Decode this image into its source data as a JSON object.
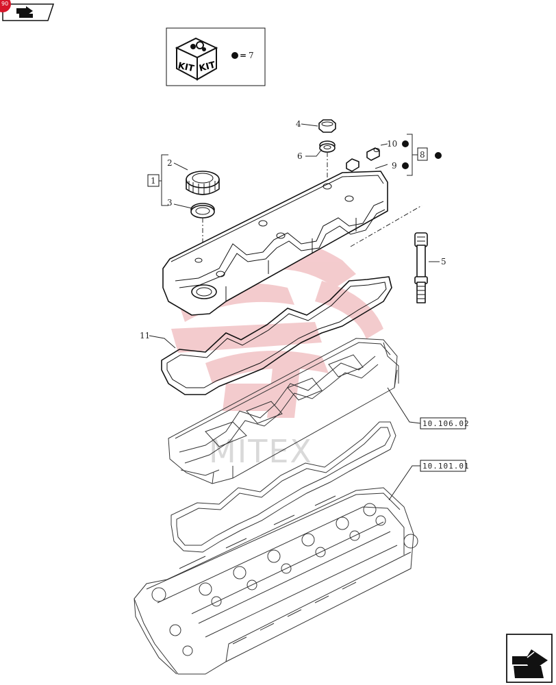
{
  "page": {
    "badge_text": "90",
    "watermark": "MITEX"
  },
  "kit_box": {
    "kit_label_left": "KIT",
    "kit_label_right": "KIT",
    "bullet_equals": "=",
    "bullet_ref": "7"
  },
  "callouts": [
    {
      "id": "1",
      "text": "1"
    },
    {
      "id": "2",
      "text": "2"
    },
    {
      "id": "3",
      "text": "3"
    },
    {
      "id": "4",
      "text": "4"
    },
    {
      "id": "5",
      "text": "5"
    },
    {
      "id": "6",
      "text": "6"
    },
    {
      "id": "8",
      "text": "8"
    },
    {
      "id": "9",
      "text": "9"
    },
    {
      "id": "10",
      "text": "10"
    },
    {
      "id": "11",
      "text": "11"
    }
  ],
  "references": [
    {
      "id": "ref-a",
      "text": "10.106.02"
    },
    {
      "id": "ref-b",
      "text": "10.101.01"
    }
  ],
  "colors": {
    "badge": "#d6162a",
    "watermark_red": "#f2c2c5",
    "watermark_gray": "#c9c9c9",
    "line": "#111111"
  },
  "icons": {
    "top_nav": "back-arrow-icon",
    "bottom_nav": "next-arrow-icon"
  }
}
